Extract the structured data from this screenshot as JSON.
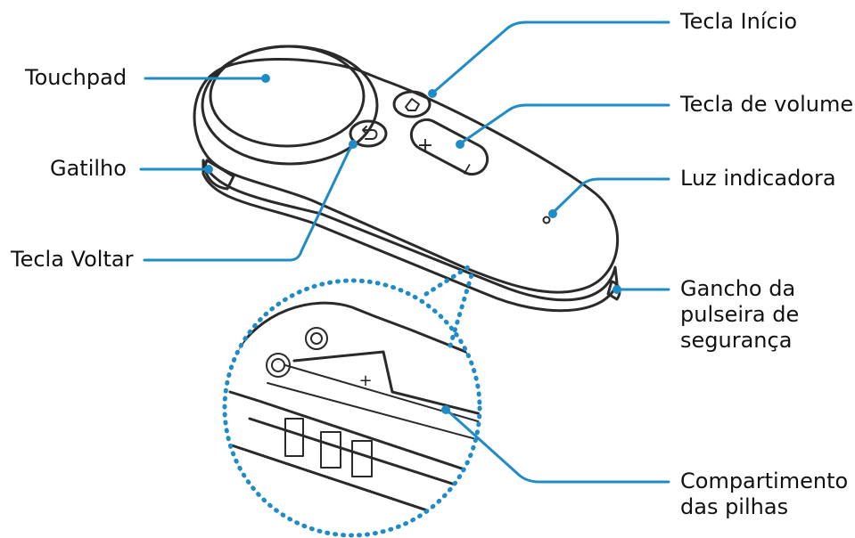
{
  "labels": {
    "touchpad": "Touchpad",
    "gatilho": "Gatilho",
    "tecla_voltar": "Tecla Voltar",
    "tecla_inicio": "Tecla Início",
    "tecla_volume": "Tecla de volume",
    "luz_indicadora": "Luz indicadora",
    "gancho": [
      "Gancho da",
      "pulseira de",
      "segurança"
    ],
    "compartimento": [
      "Compartimento",
      "das pilhas"
    ]
  },
  "button_glyphs": {
    "volume_up": "+",
    "volume_down": "−",
    "battery_plus": "+"
  },
  "colors": {
    "leader": "#1f8cc7",
    "outline": "#2a2a2a",
    "body": "#f2f2f2",
    "shade": "#d6d6d6"
  }
}
